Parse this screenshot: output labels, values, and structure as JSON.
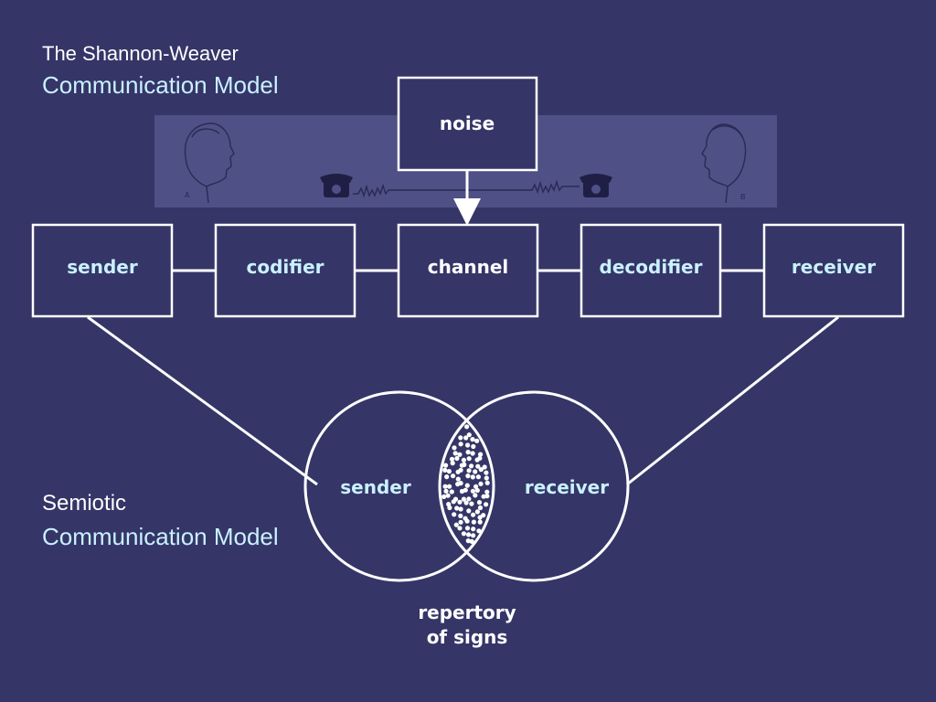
{
  "header": {
    "title_line1": "The Shannon-Weaver",
    "title_line2": "Communication Model"
  },
  "footer_title": {
    "line1": "Semiotic",
    "line2": "Communication Model"
  },
  "illustration": {
    "label_a": "A",
    "label_b": "B"
  },
  "noise": "noise",
  "chain": [
    "sender",
    "codifier",
    "channel",
    "decodifier",
    "receiver"
  ],
  "venn": {
    "left": "sender",
    "right": "receiver",
    "caption_line1": "repertory",
    "caption_line2": "of signs"
  },
  "colors": {
    "background": "#353567",
    "strip": "#4f5086",
    "label": "#c9f1ff",
    "line": "#ffffff"
  }
}
